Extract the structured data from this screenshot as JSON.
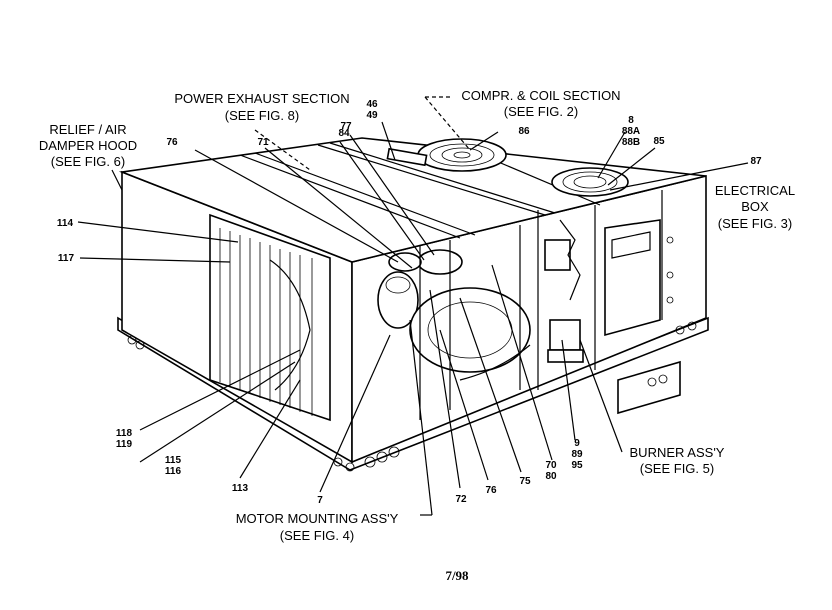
{
  "sections": {
    "power_exhaust": [
      "POWER EXHAUST SECTION",
      "(SEE FIG. 8)"
    ],
    "compr_coil": [
      "COMPR. & COIL SECTION",
      "(SEE FIG. 2)"
    ],
    "relief_air": [
      "RELIEF / AIR",
      "DAMPER HOOD",
      "(SEE FIG. 6)"
    ],
    "electrical_box": [
      "ELECTRICAL",
      "BOX",
      "(SEE FIG. 3)"
    ],
    "burner": [
      "BURNER ASS'Y",
      "(SEE FIG. 5)"
    ],
    "motor_mounting": [
      "MOTOR MOUNTING ASS'Y",
      "(SEE FIG. 4)"
    ]
  },
  "callouts": {
    "c46_49": [
      "46",
      "49"
    ],
    "c8": [
      "8",
      "88A",
      "88B"
    ],
    "c86": "86",
    "c85": "85",
    "c87": "87",
    "c76a": "76",
    "c71": "71",
    "c84": "84",
    "c77": "77",
    "c114": "114",
    "c117": "117",
    "c118_119": [
      "118",
      "119"
    ],
    "c115_116": [
      "115",
      "116"
    ],
    "c113": "113",
    "c7": "7",
    "c72": "72",
    "c76b": "76",
    "c75": "75",
    "c70_80": [
      "70",
      "80"
    ],
    "c9": [
      "9",
      "89",
      "95"
    ]
  },
  "footer": "7/98"
}
